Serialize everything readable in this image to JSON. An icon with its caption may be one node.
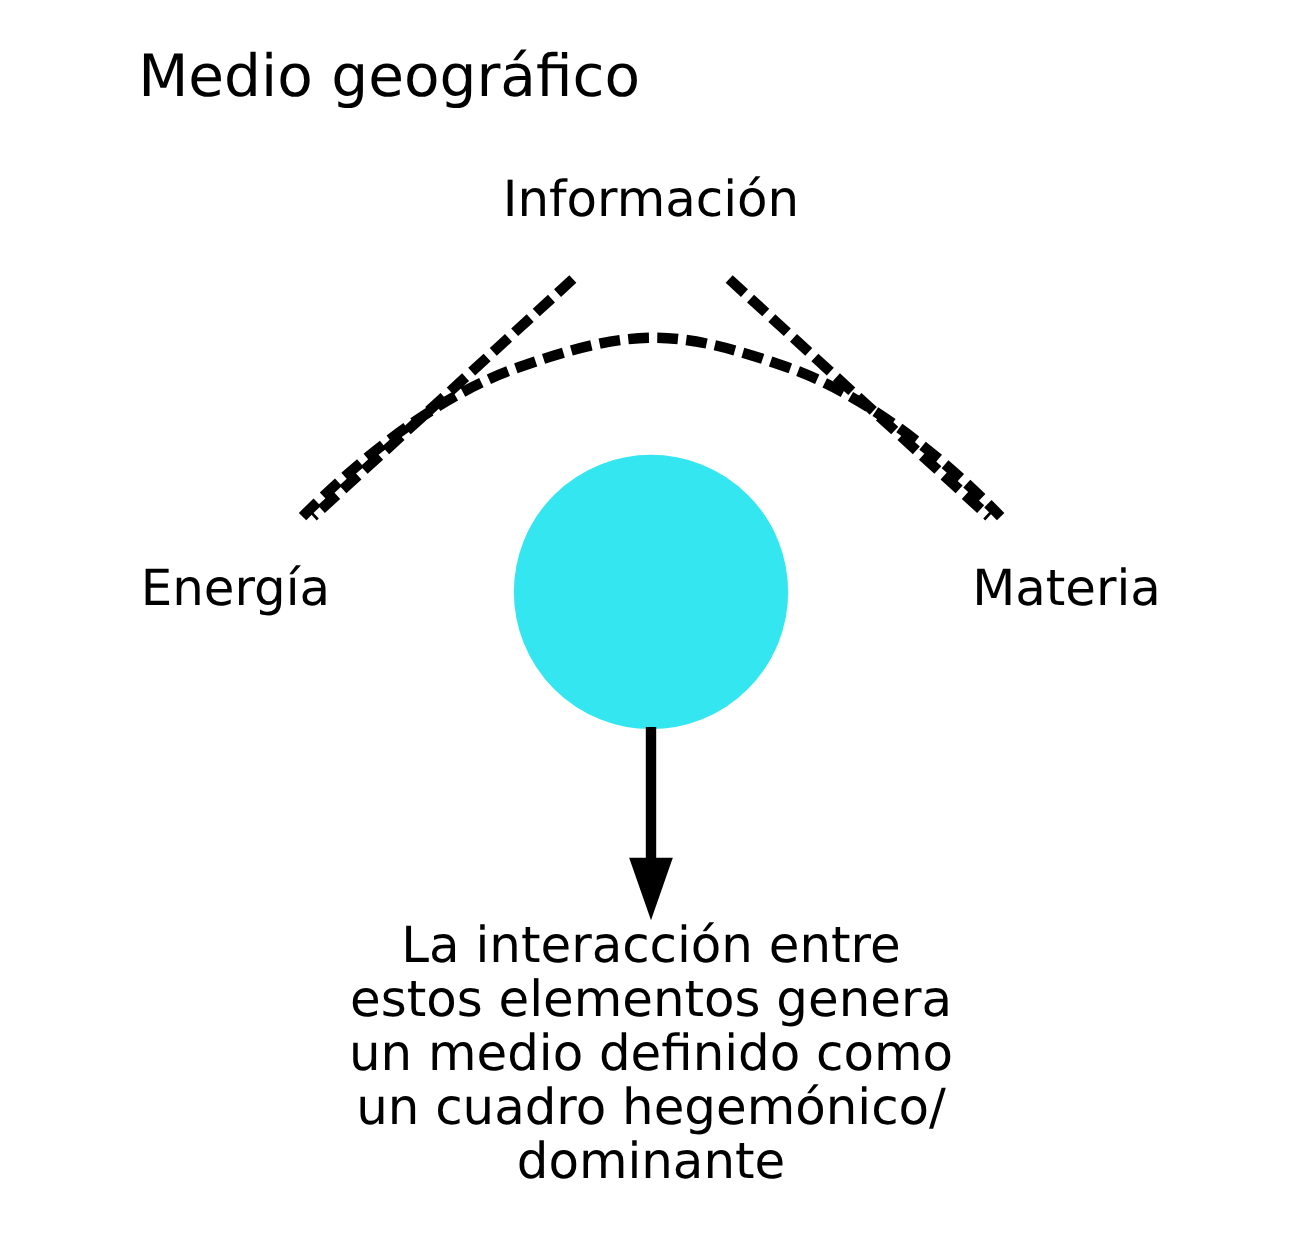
{
  "diagram": {
    "title": "Medio geográfico",
    "nodes": [
      {
        "text": [
          "Información"
        ]
      },
      {
        "text": [
          "Energía"
        ]
      },
      {
        "text": [
          "Materia"
        ]
      },
      {
        "text": [],
        "shape": "circle"
      },
      {
        "text": [
          "La interacción entre estos elementos genera un medio definido como un cuadro hegemónico/ dominante"
        ]
      }
    ],
    "edges": [
      {
        "from": 0,
        "to": 1,
        "arrow": "none",
        "style": "dashed"
      },
      {
        "from": 0,
        "to": 2,
        "arrow": "none",
        "style": "dashed"
      },
      {
        "from": 1,
        "to": 2,
        "arrow": "none",
        "style": "dashed"
      },
      {
        "from": 3,
        "to": 4,
        "arrow": "to"
      }
    ]
  }
}
